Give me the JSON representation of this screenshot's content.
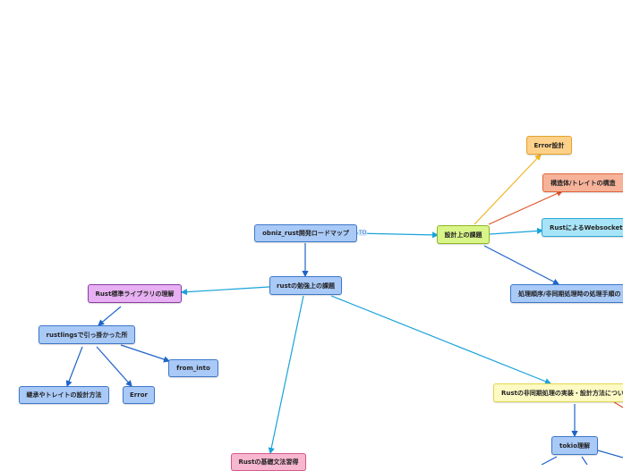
{
  "diagram": {
    "nodes": {
      "root": "obniz_rust開発ロードマップ",
      "study": "rustの勉強上の課題",
      "design": "設計上の課題",
      "error_design": "Error設計",
      "struct_trait": "構造体/トレイトの構造",
      "websocket": "RustによるWebsocket",
      "async_order": "処理順序/非同期処理時の処理手順の",
      "stdlib": "Rust標準ライブラリの理解",
      "rustlings": "rustlingsで引っ掛かった所",
      "from_into": "from_into",
      "inherit": "継承やトレイトの設計方法",
      "error": "Error",
      "async_impl": "Rustの非同期処理の実装・設計方法につい",
      "tokio": "tokio理解",
      "basics": "Rustの基礎文法習得"
    },
    "edge_labels": {
      "root_design": "TO"
    },
    "colors": {
      "blue_edge": "#1e63c9",
      "cyan_edge": "#1aa3d9",
      "orange_edge": "#f0b520",
      "red_edge": "#e0552b"
    }
  }
}
